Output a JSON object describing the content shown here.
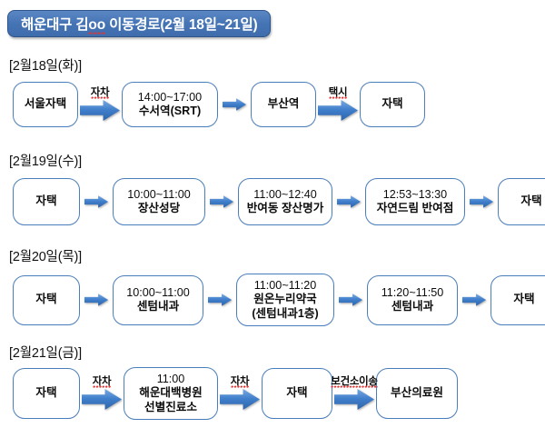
{
  "title": {
    "prefix": "해운대구 김",
    "marked": "oo",
    "suffix": " 이동경로(2월 18일~21일)",
    "full": "해운대구 김oo 이동경로(2월 18일~21일)"
  },
  "colors": {
    "banner_fill": "#4574b5",
    "banner_border": "#2f558c",
    "banner_text": "#ffffff",
    "box_border": "#4a7ebb",
    "box_fill": "#ffffff",
    "arrow_fill": "#3d7cc9",
    "spellcheck_underline": "#e03636",
    "page_background": "#ffffff",
    "text": "#000000"
  },
  "days": [
    {
      "label": "[2월18일(화)]",
      "steps": [
        {
          "kind": "node",
          "lines": [
            "서울자택"
          ],
          "width": 72,
          "height": 50
        },
        {
          "kind": "arrow",
          "label": "자차",
          "size": "large"
        },
        {
          "kind": "node",
          "lines": [
            "14:00~17:00",
            "수서역(SRT)"
          ],
          "width": 106,
          "height": 50
        },
        {
          "kind": "arrow",
          "label": "",
          "size": "small"
        },
        {
          "kind": "node",
          "lines": [
            "부산역"
          ],
          "width": 72,
          "height": 50
        },
        {
          "kind": "arrow",
          "label": "택시",
          "size": "large"
        },
        {
          "kind": "node",
          "lines": [
            "자택"
          ],
          "width": 72,
          "height": 50
        }
      ]
    },
    {
      "label": "[2월19일(수)]",
      "steps": [
        {
          "kind": "node",
          "lines": [
            "자택"
          ],
          "width": 74,
          "height": 52
        },
        {
          "kind": "arrow",
          "label": "",
          "size": "small"
        },
        {
          "kind": "node",
          "lines": [
            "10:00~11:00",
            "장산성당"
          ],
          "width": 102,
          "height": 52
        },
        {
          "kind": "arrow",
          "label": "",
          "size": "small"
        },
        {
          "kind": "node",
          "lines": [
            "11:00~12:40",
            "반여동 장산명가"
          ],
          "width": 104,
          "height": 52
        },
        {
          "kind": "arrow",
          "label": "",
          "size": "small"
        },
        {
          "kind": "node",
          "lines": [
            "12:53~13:30",
            "자연드림 반여점"
          ],
          "width": 110,
          "height": 52
        },
        {
          "kind": "arrow",
          "label": "",
          "size": "small"
        },
        {
          "kind": "node",
          "lines": [
            "자택"
          ],
          "width": 74,
          "height": 52
        }
      ]
    },
    {
      "label": "[2월20일(목)]",
      "steps": [
        {
          "kind": "node",
          "lines": [
            "자택"
          ],
          "width": 74,
          "height": 55
        },
        {
          "kind": "arrow",
          "label": "",
          "size": "small"
        },
        {
          "kind": "node",
          "lines": [
            "10:00~11:00",
            "센텀내과"
          ],
          "width": 100,
          "height": 55
        },
        {
          "kind": "arrow",
          "label": "",
          "size": "small"
        },
        {
          "kind": "node",
          "lines": [
            "11:00~11:20",
            "원온누리약국",
            "(센텀내과1층)"
          ],
          "width": 108,
          "height": 58
        },
        {
          "kind": "arrow",
          "label": "",
          "size": "small"
        },
        {
          "kind": "node",
          "lines": [
            "11:20~11:50",
            "센텀내과"
          ],
          "width": 100,
          "height": 55
        },
        {
          "kind": "arrow",
          "label": "",
          "size": "small"
        },
        {
          "kind": "node",
          "lines": [
            "자택"
          ],
          "width": 74,
          "height": 55
        }
      ]
    },
    {
      "label": "[2월21일(금)]",
      "steps": [
        {
          "kind": "node",
          "lines": [
            "자택"
          ],
          "width": 74,
          "height": 56
        },
        {
          "kind": "arrow",
          "label": "자차",
          "size": "large"
        },
        {
          "kind": "node",
          "lines": [
            "11:00",
            "해운대백병원",
            "선별진료소"
          ],
          "width": 104,
          "height": 58
        },
        {
          "kind": "arrow",
          "label": "자차",
          "size": "large"
        },
        {
          "kind": "node",
          "lines": [
            "자택"
          ],
          "width": 78,
          "height": 56
        },
        {
          "kind": "arrow",
          "label": "보건소이송",
          "size": "large"
        },
        {
          "kind": "node",
          "lines": [
            "부산의료원"
          ],
          "width": 90,
          "height": 56
        }
      ]
    }
  ]
}
